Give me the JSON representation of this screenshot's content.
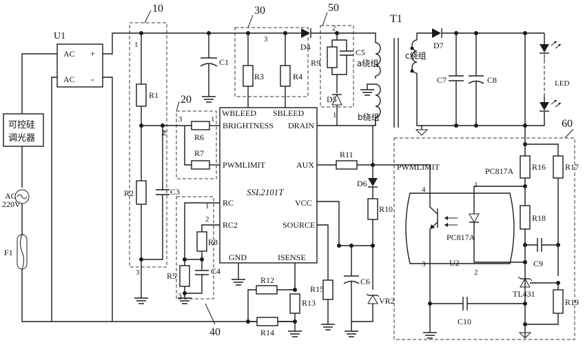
{
  "labels": {
    "u1": "U1",
    "ac_top": "AC",
    "ac_bot": "AC",
    "plus": "+",
    "minus": "-",
    "dimmer_1": "可控硅",
    "dimmer_2": "调光器",
    "ac_src_1": "AC",
    "ac_src_2": "220V",
    "f1": "F1",
    "b10": "10",
    "b20": "20",
    "b30": "30",
    "b40": "40",
    "b50": "50",
    "b60": "60",
    "r1": "R1",
    "r2": "R2",
    "c1": "C1",
    "c3": "C3",
    "r3": "R3",
    "r4": "R4",
    "d4": "D4",
    "d5": "D5",
    "r9": "R9",
    "c5": "C5",
    "t1": "T1",
    "a_winding": "a绕组",
    "b_winding": "b绕组",
    "c_winding": "c绕组",
    "d7": "D7",
    "c7": "C7",
    "c8": "C8",
    "led": "LED",
    "r6": "R6",
    "r7": "R7",
    "r8": "R8",
    "r5": "R5",
    "c4": "C4",
    "r12": "R12",
    "r13": "R13",
    "r14": "R14",
    "r11": "R11",
    "d6": "D6",
    "r10": "R10",
    "r15": "R15",
    "c6": "C6",
    "vr2": "VR2",
    "pwmlimit_net": "PWMLIMIT",
    "pc817a_top": "PC817A",
    "pc817a_mid": "PC817A",
    "r16": "R16",
    "r17": "R17",
    "r18": "R18",
    "c9": "C9",
    "tl431": "TL431",
    "r19": "R19",
    "c10": "C10",
    "u2": "U2",
    "n1": "1",
    "n2": "2",
    "n3": "3",
    "n4": "4"
  },
  "ic": {
    "name": "SSL2101T",
    "pins": {
      "wbleed": "WBLEED",
      "sbleed": "SBLEED",
      "brightness": "BRIGHTNESS",
      "drain": "DRAIN",
      "pwmlimit": "PWMLIMIT",
      "aux": "AUX",
      "rc": "RC",
      "vcc": "VCC",
      "rc2": "RC2",
      "source": "SOURCE",
      "gnd": "GND",
      "isense": "ISENSE"
    }
  },
  "pin_numbers": {
    "p10_1": "1",
    "p10_2": "2",
    "p10_3": "3",
    "p20_3": "3",
    "p20_1": "1",
    "p20_2": "2",
    "p30_3": "3",
    "p50_2": "2",
    "p50_1": "1",
    "p40_1": "1",
    "p40_2": "2",
    "p40_3": "3"
  }
}
